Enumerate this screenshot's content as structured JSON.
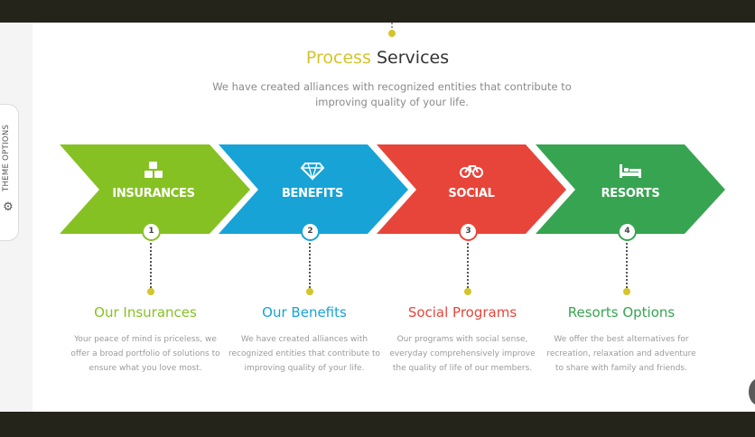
{
  "header": {
    "title_accent": "Process",
    "title_main": "Services",
    "subtitle": "We have created alliances with recognized entities that contribute to improving quality of your life."
  },
  "steps": [
    {
      "label": "INSURANCES",
      "number": "1",
      "icon": "cubes-icon",
      "color": "#86c124",
      "title": "Our Insurances",
      "text": "Your peace of mind is priceless, we offer a broad portfolio of solutions to ensure what you love most."
    },
    {
      "label": "BENEFITS",
      "number": "2",
      "icon": "diamond-icon",
      "color": "#17a3d6",
      "title": "Our Benefits",
      "text": "We have created alliances with recognized entities that contribute to improving quality of your life."
    },
    {
      "label": "SOCIAL",
      "number": "3",
      "icon": "bicycle-icon",
      "color": "#e8453a",
      "title": "Social Programs",
      "text": "Our programs with social sense, everyday comprehensively improve the quality of life of our members."
    },
    {
      "label": "RESORTS",
      "number": "4",
      "icon": "bed-icon",
      "color": "#37a451",
      "title": "Resorts Options",
      "text": "We offer the best alternatives for recreation, relaxation and adventure to share with family and friends."
    }
  ],
  "theme_options": {
    "label": "THEME OPTIONS",
    "icon": "gears-icon"
  },
  "colors": {
    "accent": "#d4c52a",
    "dark_frame": "#25241b"
  }
}
